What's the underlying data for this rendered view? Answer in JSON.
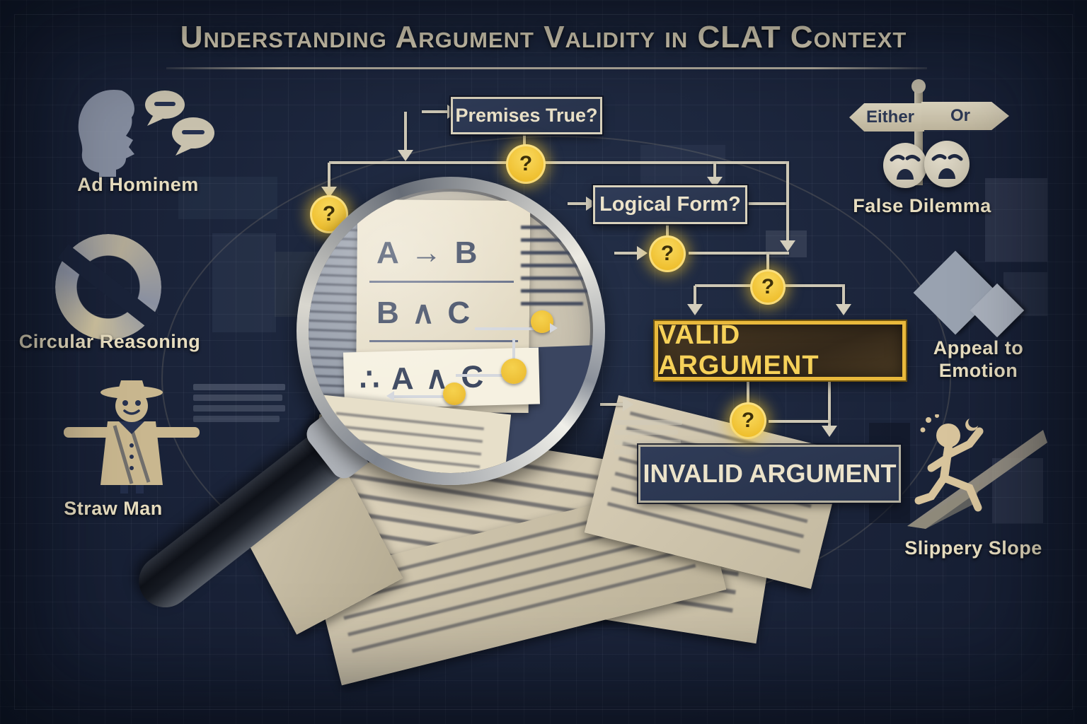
{
  "title": "Understanding Argument Validity in CLAT Context",
  "flowchart": {
    "premises": "Premises True?",
    "logical_form": "Logical Form?",
    "valid": "VALID ARGUMENT",
    "invalid": "INVALID ARGUMENT",
    "question_mark": "?"
  },
  "fallacies": {
    "ad_hominem": "Ad Hominem",
    "circular_reasoning": "Circular Reasoning",
    "straw_man": "Straw Man",
    "false_dilemma": "False Dilemma",
    "appeal_to_emotion": [
      "Appeal to",
      "Emotion"
    ],
    "slippery_slope": "Slippery Slope"
  },
  "signpost": {
    "left": "Either",
    "right": "Or"
  },
  "magnifier": {
    "formulas": [
      "A → B",
      "B ∧ C",
      "∴ A ∧ C"
    ]
  },
  "icons": [
    "head-profile-speech-icon",
    "circular-arrows-icon",
    "scarecrow-icon",
    "signpost-either-or-icon",
    "sad-faces-icon",
    "hearts-icon",
    "slippery-slope-figure-icon",
    "magnifying-glass-icon",
    "question-mark-badge-icon"
  ],
  "colors": {
    "background": "#1a2339",
    "line": "#cdc7b5",
    "cream_text": "#e7ddbf",
    "accent_gold": "#f2c63a",
    "box_navy": "#2c3852",
    "valid_text_gold": "#f6d159",
    "valid_border_gold": "#e9b93c"
  }
}
